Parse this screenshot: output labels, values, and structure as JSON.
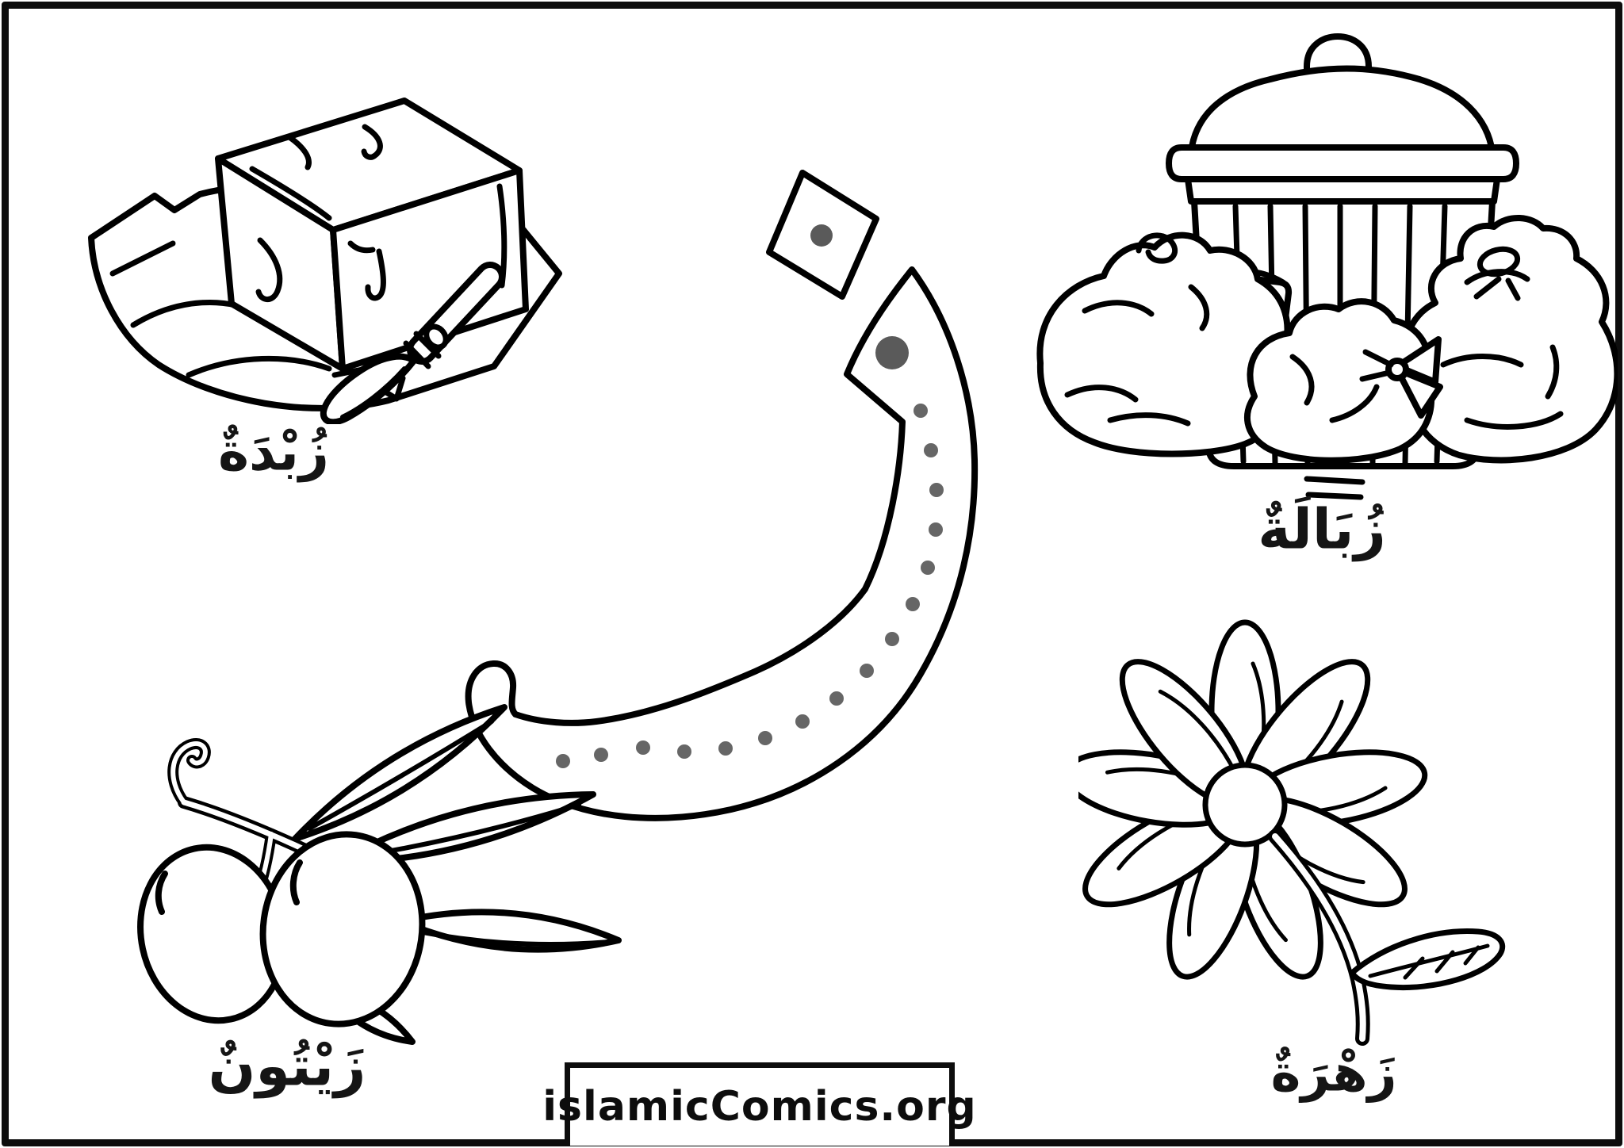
{
  "page": {
    "kind": "arabic-letter-tracing-coloring-page",
    "background": "#ffffff",
    "ink": "#000000",
    "letter": {
      "glyph": "ز",
      "dots_above": 1,
      "diamond_marker": true
    },
    "trace": {
      "start_dot_color": "#5a5a5a",
      "guide_dot_color": "#666666",
      "guide_dot_count": 16
    }
  },
  "labels": {
    "butter": "زُبْدَةٌ",
    "garbage": "زُبَالَةٌ",
    "olives": "زَيْتُونٌ",
    "flower": "زَهْرَةٌ"
  },
  "illustrations": [
    {
      "name": "butter-illustration",
      "depicts": "block of butter on wrapper with knife"
    },
    {
      "name": "garbage-illustration",
      "depicts": "trash can with three garbage bags"
    },
    {
      "name": "olives-illustration",
      "depicts": "two olives on a twig with leaves"
    },
    {
      "name": "flower-illustration",
      "depicts": "daisy flower with stem and leaf"
    }
  ],
  "footer": {
    "site": "islamicComics.org"
  }
}
